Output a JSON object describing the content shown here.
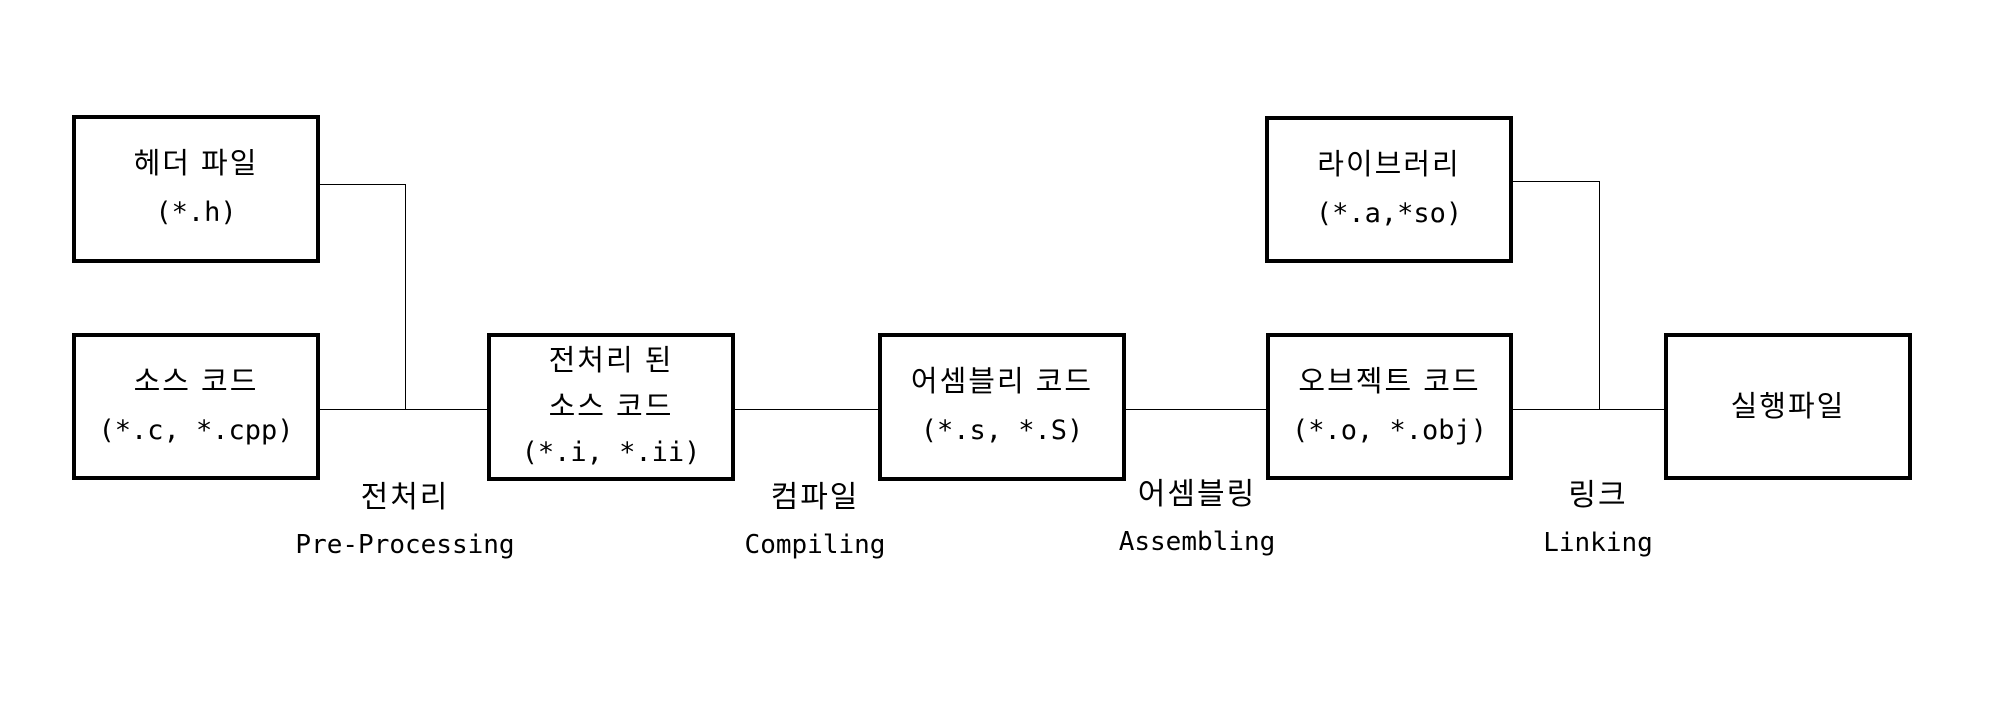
{
  "diagram": {
    "description": "compilation-process-flow",
    "nodes": [
      {
        "id": "header-file",
        "lines": [
          "헤더 파일"
        ],
        "sub": "(*.h)"
      },
      {
        "id": "source-code",
        "lines": [
          "소스 코드"
        ],
        "sub": "(*.c, *.cpp)"
      },
      {
        "id": "preprocessed-source",
        "lines": [
          "전처리 된",
          "소스 코드"
        ],
        "sub": "(*.i, *.ii)"
      },
      {
        "id": "assembly-code",
        "lines": [
          "어셈블리 코드"
        ],
        "sub": "(*.s, *.S)"
      },
      {
        "id": "object-code",
        "lines": [
          "오브젝트 코드"
        ],
        "sub": "(*.o, *.obj)"
      },
      {
        "id": "library",
        "lines": [
          "라이브러리"
        ],
        "sub": "(*.a,*so)"
      },
      {
        "id": "executable",
        "lines": [
          "실행파일"
        ],
        "sub": ""
      }
    ],
    "steps": [
      {
        "ko": "전처리",
        "en": "Pre-Processing"
      },
      {
        "ko": "컴파일",
        "en": "Compiling"
      },
      {
        "ko": "어셈블링",
        "en": "Assembling"
      },
      {
        "ko": "링크",
        "en": "Linking"
      }
    ],
    "colors": {
      "background": "#ffffff",
      "box_border": "#000000",
      "connector": "#000000",
      "text": "#000000"
    }
  }
}
